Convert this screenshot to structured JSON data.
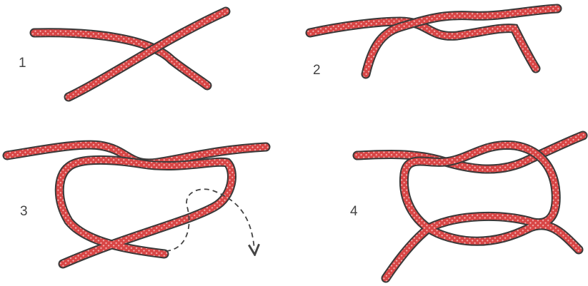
{
  "diagram": {
    "steps": [
      {
        "label": "1"
      },
      {
        "label": "2"
      },
      {
        "label": "3"
      },
      {
        "label": "4"
      }
    ]
  },
  "colors": {
    "rope_fill": "#d84545",
    "rope_edge": "#3a3a3a",
    "rope_highlight": "#ffffff",
    "arrow": "#444444",
    "label": "#444444"
  },
  "icons": {
    "rope": "rope-segment",
    "arrow": "curved-dashed-arrow-icon"
  }
}
